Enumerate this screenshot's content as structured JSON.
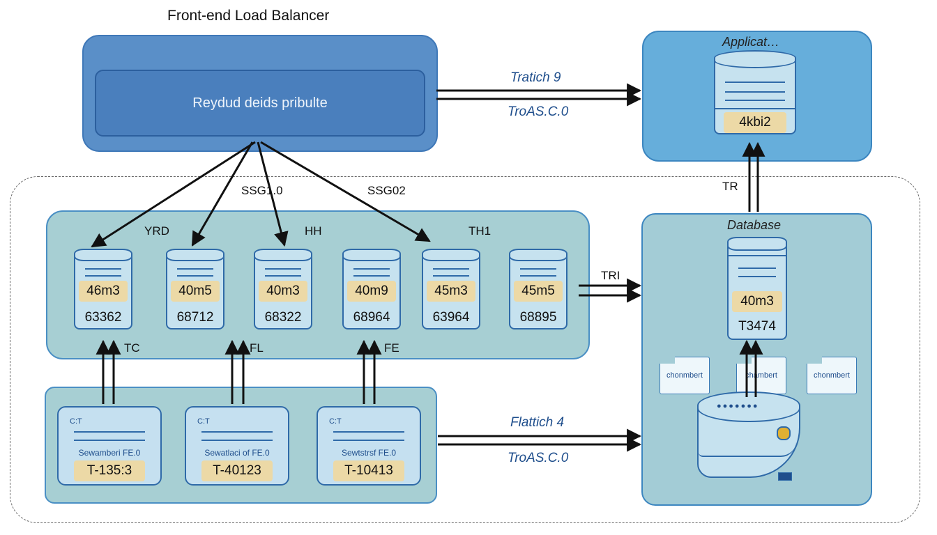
{
  "title": "Front-end Load Balancer",
  "load_balancer": {
    "inner_label": "Reydud deids pribulte"
  },
  "lb_to_app": {
    "label_top": "Tratich 9",
    "label_bottom": "TroAS.C.0"
  },
  "application": {
    "label": "Applicat…",
    "tag": "4kbi2"
  },
  "app_link_label": "TR",
  "wire_labels": {
    "left": "SSG1.0",
    "right": "SSG02"
  },
  "mid_labels": {
    "a": "YRD",
    "b": "HH",
    "c": "TH1"
  },
  "mid_nodes": [
    {
      "tag": "46m3",
      "num": "63362"
    },
    {
      "tag": "40m5",
      "num": "68712"
    },
    {
      "tag": "40m3",
      "num": "68322"
    },
    {
      "tag": "40m9",
      "num": "68964"
    },
    {
      "tag": "45m3",
      "num": "63964"
    },
    {
      "tag": "45m5",
      "num": "68895"
    }
  ],
  "mid_to_db_label": "TRI",
  "up_labels": [
    "TC",
    "FL",
    "FE"
  ],
  "servers": [
    {
      "header": "C:T",
      "sub": "Sewamberi FE.0",
      "tag": "T-135:3"
    },
    {
      "header": "C:T",
      "sub": "Sewatlaci of FE.0",
      "tag": "T-40123"
    },
    {
      "header": "C:T",
      "sub": "Sewtstrsf FE.0",
      "tag": "T-10413"
    }
  ],
  "bottom_link": {
    "label_top": "Flattich 4",
    "label_bottom": "TroAS.C.0"
  },
  "database": {
    "label": "Database",
    "tag": "40m3",
    "num": "T3474",
    "notes": [
      "chonmbert",
      "chambert",
      "chonmbert"
    ]
  },
  "colors": {
    "lb": "#5a8fc8",
    "app": "#66aedb",
    "panel": "#a7cfd3",
    "db_panel": "#a3ccd6",
    "tag": "#ecd9a6",
    "stroke": "#2f6aa8"
  }
}
